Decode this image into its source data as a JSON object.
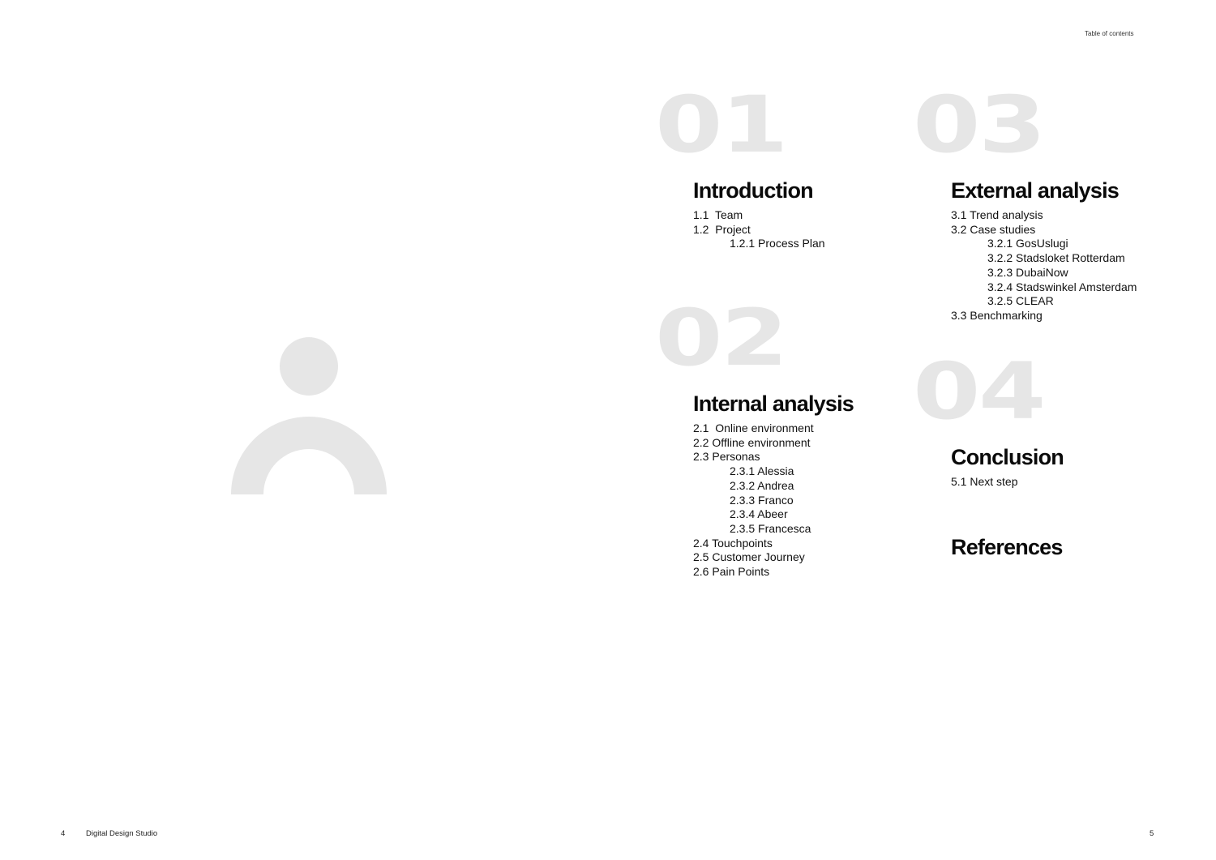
{
  "header": {
    "running_title": "Table of contents"
  },
  "illustration": {
    "icon": "person-icon",
    "color": "#e6e6e6"
  },
  "sections": [
    {
      "number": "01",
      "title": "Introduction",
      "items": [
        {
          "label": "1.1  Team",
          "level": 1
        },
        {
          "label": "1.2  Project",
          "level": 1
        },
        {
          "label": "1.2.1 Process Plan",
          "level": 2
        }
      ]
    },
    {
      "number": "02",
      "title": "Internal analysis",
      "items": [
        {
          "label": "2.1  Online environment",
          "level": 1
        },
        {
          "label": "2.2 Offline environment",
          "level": 1
        },
        {
          "label": "2.3 Personas",
          "level": 1
        },
        {
          "label": "2.3.1 Alessia",
          "level": 2
        },
        {
          "label": "2.3.2 Andrea",
          "level": 2
        },
        {
          "label": "2.3.3 Franco",
          "level": 2
        },
        {
          "label": "2.3.4 Abeer",
          "level": 2
        },
        {
          "label": "2.3.5 Francesca",
          "level": 2
        },
        {
          "label": "2.4 Touchpoints",
          "level": 1
        },
        {
          "label": "2.5 Customer Journey",
          "level": 1
        },
        {
          "label": "2.6 Pain Points",
          "level": 1
        }
      ]
    },
    {
      "number": "03",
      "title": "External analysis",
      "items": [
        {
          "label": "3.1 Trend analysis",
          "level": 1
        },
        {
          "label": "3.2 Case studies",
          "level": 1
        },
        {
          "label": "3.2.1 GosUslugi",
          "level": 2
        },
        {
          "label": "3.2.2 Stadsloket Rotterdam",
          "level": 2
        },
        {
          "label": "3.2.3 DubaiNow",
          "level": 2
        },
        {
          "label": "3.2.4 Stadswinkel Amsterdam",
          "level": 2
        },
        {
          "label": "3.2.5 CLEAR",
          "level": 2
        },
        {
          "label": "3.3 Benchmarking",
          "level": 1
        }
      ]
    },
    {
      "number": "04",
      "title": "Conclusion",
      "items": [
        {
          "label": "5.1 Next step",
          "level": 1
        }
      ]
    }
  ],
  "references": {
    "title": "References"
  },
  "footer": {
    "left_page_number": "4",
    "publication": "Digital Design Studio",
    "right_page_number": "5"
  }
}
